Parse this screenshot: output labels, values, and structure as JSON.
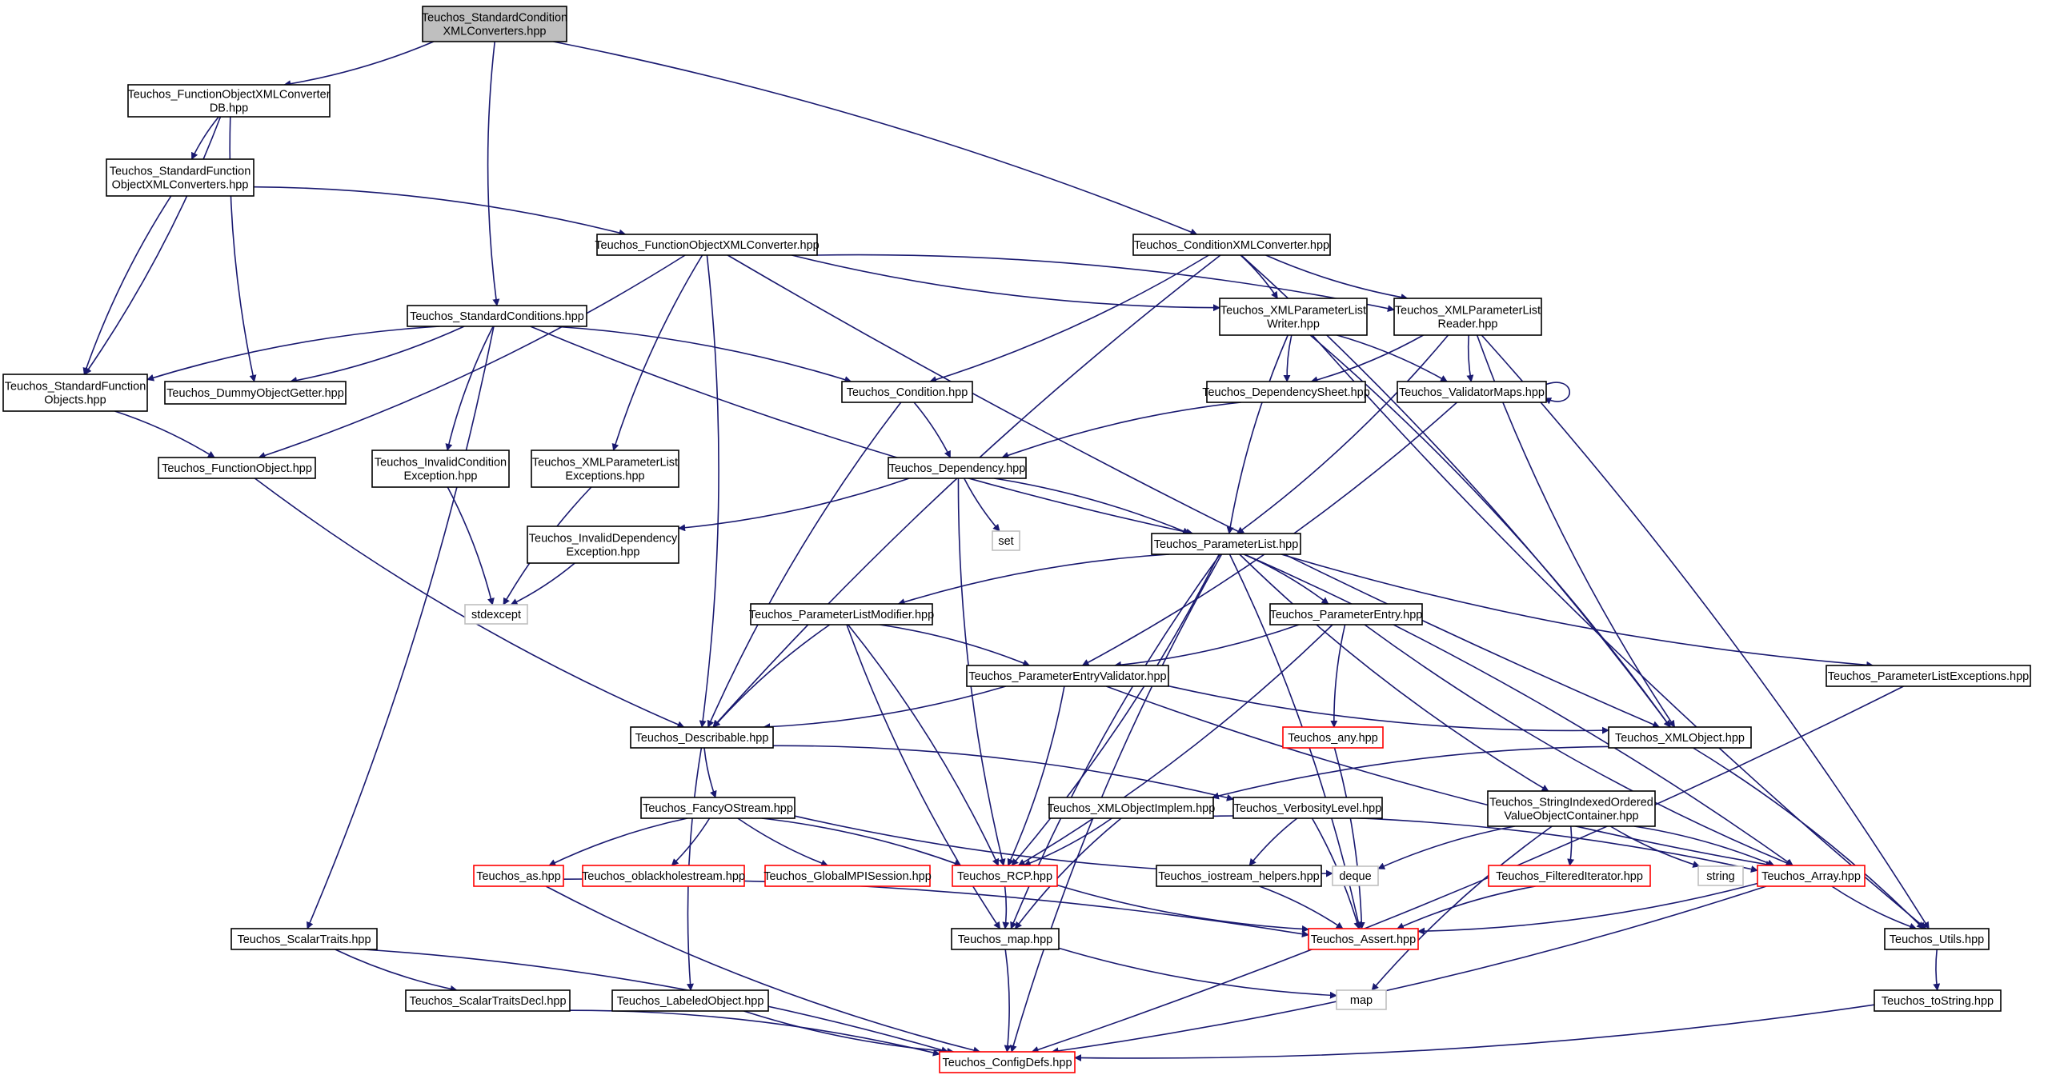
{
  "graph": {
    "edge_color": "#191970",
    "nodes": [
      {
        "id": "root",
        "lines": [
          "Teuchos_StandardCondition",
          "XMLConverters.hpp"
        ],
        "style": "root"
      },
      {
        "id": "foxcdb",
        "lines": [
          "Teuchos_FunctionObjectXMLConverter",
          "DB.hpp"
        ],
        "style": "normal"
      },
      {
        "id": "sfoxc",
        "lines": [
          "Teuchos_StandardFunction",
          "ObjectXMLConverters.hpp"
        ],
        "style": "normal"
      },
      {
        "id": "foxc",
        "lines": [
          "Teuchos_FunctionObjectXMLConverter.hpp"
        ],
        "style": "normal"
      },
      {
        "id": "cxc",
        "lines": [
          "Teuchos_ConditionXMLConverter.hpp"
        ],
        "style": "normal"
      },
      {
        "id": "stdcond",
        "lines": [
          "Teuchos_StandardConditions.hpp"
        ],
        "style": "normal"
      },
      {
        "id": "xplw",
        "lines": [
          "Teuchos_XMLParameterList",
          "Writer.hpp"
        ],
        "style": "normal"
      },
      {
        "id": "xplr",
        "lines": [
          "Teuchos_XMLParameterList",
          "Reader.hpp"
        ],
        "style": "normal"
      },
      {
        "id": "sfo",
        "lines": [
          "Teuchos_StandardFunction",
          "Objects.hpp"
        ],
        "style": "normal"
      },
      {
        "id": "dog",
        "lines": [
          "Teuchos_DummyObjectGetter.hpp"
        ],
        "style": "normal"
      },
      {
        "id": "cond",
        "lines": [
          "Teuchos_Condition.hpp"
        ],
        "style": "normal"
      },
      {
        "id": "depsheet",
        "lines": [
          "Teuchos_DependencySheet.hpp"
        ],
        "style": "normal"
      },
      {
        "id": "valmaps",
        "lines": [
          "Teuchos_ValidatorMaps.hpp"
        ],
        "style": "normal"
      },
      {
        "id": "fo",
        "lines": [
          "Teuchos_FunctionObject.hpp"
        ],
        "style": "normal"
      },
      {
        "id": "icex",
        "lines": [
          "Teuchos_InvalidCondition",
          "Exception.hpp"
        ],
        "style": "normal"
      },
      {
        "id": "xplex",
        "lines": [
          "Teuchos_XMLParameterList",
          "Exceptions.hpp"
        ],
        "style": "normal"
      },
      {
        "id": "dep",
        "lines": [
          "Teuchos_Dependency.hpp"
        ],
        "style": "normal"
      },
      {
        "id": "set",
        "lines": [
          "set"
        ],
        "style": "gray"
      },
      {
        "id": "idex",
        "lines": [
          "Teuchos_InvalidDependency",
          "Exception.hpp"
        ],
        "style": "normal"
      },
      {
        "id": "pl",
        "lines": [
          "Teuchos_ParameterList.hpp"
        ],
        "style": "normal"
      },
      {
        "id": "stdexcept",
        "lines": [
          "stdexcept"
        ],
        "style": "gray"
      },
      {
        "id": "plmod",
        "lines": [
          "Teuchos_ParameterListModifier.hpp"
        ],
        "style": "normal"
      },
      {
        "id": "pe",
        "lines": [
          "Teuchos_ParameterEntry.hpp"
        ],
        "style": "normal"
      },
      {
        "id": "pev",
        "lines": [
          "Teuchos_ParameterEntryValidator.hpp"
        ],
        "style": "normal"
      },
      {
        "id": "plex",
        "lines": [
          "Teuchos_ParameterListExceptions.hpp"
        ],
        "style": "normal"
      },
      {
        "id": "descr",
        "lines": [
          "Teuchos_Describable.hpp"
        ],
        "style": "normal"
      },
      {
        "id": "any",
        "lines": [
          "Teuchos_any.hpp"
        ],
        "style": "red"
      },
      {
        "id": "xmlobj",
        "lines": [
          "Teuchos_XMLObject.hpp"
        ],
        "style": "normal"
      },
      {
        "id": "fos",
        "lines": [
          "Teuchos_FancyOStream.hpp"
        ],
        "style": "normal"
      },
      {
        "id": "xoi",
        "lines": [
          "Teuchos_XMLObjectImplem.hpp"
        ],
        "style": "normal"
      },
      {
        "id": "verb",
        "lines": [
          "Teuchos_VerbosityLevel.hpp"
        ],
        "style": "normal"
      },
      {
        "id": "sivoc",
        "lines": [
          "Teuchos_StringIndexedOrdered",
          "ValueObjectContainer.hpp"
        ],
        "style": "normal"
      },
      {
        "id": "as",
        "lines": [
          "Teuchos_as.hpp"
        ],
        "style": "red"
      },
      {
        "id": "obh",
        "lines": [
          "Teuchos_oblackholestream.hpp"
        ],
        "style": "red"
      },
      {
        "id": "gmpi",
        "lines": [
          "Teuchos_GlobalMPISession.hpp"
        ],
        "style": "red"
      },
      {
        "id": "rcp",
        "lines": [
          "Teuchos_RCP.hpp"
        ],
        "style": "red"
      },
      {
        "id": "deque",
        "lines": [
          "deque"
        ],
        "style": "gray"
      },
      {
        "id": "ioh",
        "lines": [
          "Teuchos_iostream_helpers.hpp"
        ],
        "style": "normal"
      },
      {
        "id": "fit",
        "lines": [
          "Teuchos_FilteredIterator.hpp"
        ],
        "style": "red"
      },
      {
        "id": "string",
        "lines": [
          "string"
        ],
        "style": "gray"
      },
      {
        "id": "array",
        "lines": [
          "Teuchos_Array.hpp"
        ],
        "style": "red"
      },
      {
        "id": "st",
        "lines": [
          "Teuchos_ScalarTraits.hpp"
        ],
        "style": "normal"
      },
      {
        "id": "map",
        "lines": [
          "Teuchos_map.hpp"
        ],
        "style": "normal"
      },
      {
        "id": "assert",
        "lines": [
          "Teuchos_Assert.hpp"
        ],
        "style": "red"
      },
      {
        "id": "utils",
        "lines": [
          "Teuchos_Utils.hpp"
        ],
        "style": "normal"
      },
      {
        "id": "std",
        "lines": [
          "Teuchos_ScalarTraitsDecl.hpp"
        ],
        "style": "normal"
      },
      {
        "id": "lo",
        "lines": [
          "Teuchos_LabeledObject.hpp"
        ],
        "style": "normal"
      },
      {
        "id": "stdmap",
        "lines": [
          "map"
        ],
        "style": "gray"
      },
      {
        "id": "tostr",
        "lines": [
          "Teuchos_toString.hpp"
        ],
        "style": "normal"
      },
      {
        "id": "cfg",
        "lines": [
          "Teuchos_ConfigDefs.hpp"
        ],
        "style": "red"
      }
    ],
    "edges": [
      [
        "root",
        "foxcdb"
      ],
      [
        "root",
        "stdcond"
      ],
      [
        "root",
        "cxc"
      ],
      [
        "foxcdb",
        "sfoxc"
      ],
      [
        "foxcdb",
        "sfo"
      ],
      [
        "foxcdb",
        "dog"
      ],
      [
        "sfoxc",
        "foxc"
      ],
      [
        "sfoxc",
        "sfo"
      ],
      [
        "foxc",
        "fo"
      ],
      [
        "foxc",
        "xplex"
      ],
      [
        "foxc",
        "descr"
      ],
      [
        "foxc",
        "xplw"
      ],
      [
        "foxc",
        "xplr"
      ],
      [
        "foxc",
        "xmlobj"
      ],
      [
        "cxc",
        "cond"
      ],
      [
        "cxc",
        "descr"
      ],
      [
        "cxc",
        "xplw"
      ],
      [
        "cxc",
        "xplr"
      ],
      [
        "cxc",
        "xmlobj"
      ],
      [
        "stdcond",
        "sfo"
      ],
      [
        "stdcond",
        "dog"
      ],
      [
        "stdcond",
        "icex"
      ],
      [
        "stdcond",
        "cond"
      ],
      [
        "stdcond",
        "pl"
      ],
      [
        "stdcond",
        "st"
      ],
      [
        "xplw",
        "depsheet"
      ],
      [
        "xplw",
        "valmaps"
      ],
      [
        "xplw",
        "pl"
      ],
      [
        "xplw",
        "xmlobj"
      ],
      [
        "xplw",
        "utils"
      ],
      [
        "xplr",
        "depsheet"
      ],
      [
        "xplr",
        "valmaps"
      ],
      [
        "xplr",
        "pl"
      ],
      [
        "xplr",
        "xmlobj"
      ],
      [
        "xplr",
        "utils"
      ],
      [
        "valmaps",
        "valmaps"
      ],
      [
        "valmaps",
        "pev"
      ],
      [
        "depsheet",
        "dep"
      ],
      [
        "sfo",
        "fo"
      ],
      [
        "fo",
        "descr"
      ],
      [
        "cond",
        "dep"
      ],
      [
        "cond",
        "descr"
      ],
      [
        "icex",
        "stdexcept"
      ],
      [
        "xplex",
        "stdexcept"
      ],
      [
        "dep",
        "idex"
      ],
      [
        "dep",
        "set"
      ],
      [
        "dep",
        "pl"
      ],
      [
        "dep",
        "rcp"
      ],
      [
        "idex",
        "stdexcept"
      ],
      [
        "pl",
        "plmod"
      ],
      [
        "pl",
        "pe"
      ],
      [
        "pl",
        "plex"
      ],
      [
        "pl",
        "rcp"
      ],
      [
        "pl",
        "map"
      ],
      [
        "pl",
        "assert"
      ],
      [
        "pl",
        "sivoc"
      ],
      [
        "pl",
        "array"
      ],
      [
        "pl",
        "cfg"
      ],
      [
        "plmod",
        "pev"
      ],
      [
        "plmod",
        "descr"
      ],
      [
        "plmod",
        "rcp"
      ],
      [
        "plmod",
        "map"
      ],
      [
        "pe",
        "pev"
      ],
      [
        "pe",
        "any"
      ],
      [
        "pe",
        "rcp"
      ],
      [
        "pe",
        "array"
      ],
      [
        "pev",
        "descr"
      ],
      [
        "pev",
        "xmlobj"
      ],
      [
        "pev",
        "rcp"
      ],
      [
        "pev",
        "array"
      ],
      [
        "plex",
        "cfg"
      ],
      [
        "descr",
        "fos"
      ],
      [
        "descr",
        "verb"
      ],
      [
        "descr",
        "lo"
      ],
      [
        "any",
        "assert"
      ],
      [
        "xmlobj",
        "xoi"
      ],
      [
        "xmlobj",
        "utils"
      ],
      [
        "fos",
        "as"
      ],
      [
        "fos",
        "obh"
      ],
      [
        "fos",
        "gmpi"
      ],
      [
        "fos",
        "rcp"
      ],
      [
        "fos",
        "deque"
      ],
      [
        "xoi",
        "rcp"
      ],
      [
        "xoi",
        "map"
      ],
      [
        "xoi",
        "array"
      ],
      [
        "verb",
        "ioh"
      ],
      [
        "verb",
        "assert"
      ],
      [
        "sivoc",
        "deque"
      ],
      [
        "sivoc",
        "fit"
      ],
      [
        "sivoc",
        "string"
      ],
      [
        "sivoc",
        "array"
      ],
      [
        "sivoc",
        "stdmap"
      ],
      [
        "as",
        "assert"
      ],
      [
        "as",
        "cfg"
      ],
      [
        "rcp",
        "map"
      ],
      [
        "rcp",
        "assert"
      ],
      [
        "ioh",
        "assert"
      ],
      [
        "fit",
        "assert"
      ],
      [
        "array",
        "assert"
      ],
      [
        "array",
        "utils"
      ],
      [
        "array",
        "cfg"
      ],
      [
        "st",
        "std"
      ],
      [
        "st",
        "cfg"
      ],
      [
        "map",
        "stdmap"
      ],
      [
        "map",
        "cfg"
      ],
      [
        "utils",
        "tostr"
      ],
      [
        "std",
        "cfg"
      ],
      [
        "lo",
        "cfg"
      ],
      [
        "tostr",
        "cfg"
      ]
    ]
  }
}
